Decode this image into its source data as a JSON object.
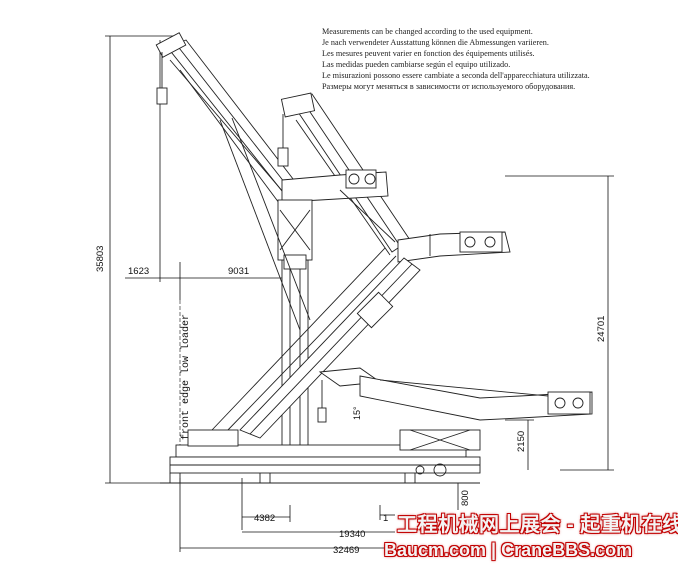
{
  "notes": [
    "Measurements can be changed according to the used equipment.",
    "Je nach verwendeter Ausstattung können die Abmessungen variieren.",
    "Les mesures peuvent varier en fonction des équipements utilisés.",
    "Las medidas pueden cambiarse según el equipo utilizado.",
    "Le misurazioni possono essere cambiate a seconda dell'apparecchiatura utilizzata.",
    "Размеры могут меняться в зависимости от используемого оборудования."
  ],
  "dimensions": {
    "total_height": "35803",
    "left_offset": "1623",
    "jib_offset": "9031",
    "height_24701": "24701",
    "height_2150": "2150",
    "height_800": "800",
    "len_4382": "4382",
    "len_19340": "19340",
    "len_32469": "32469",
    "len_partial": "1"
  },
  "labels": {
    "front_edge": "front edge low loader",
    "slope": "15°"
  },
  "watermark": {
    "line1": "工程机械网上展会 - 起重机在线",
    "line2": "Baucm.com | CraneBBS.com"
  }
}
